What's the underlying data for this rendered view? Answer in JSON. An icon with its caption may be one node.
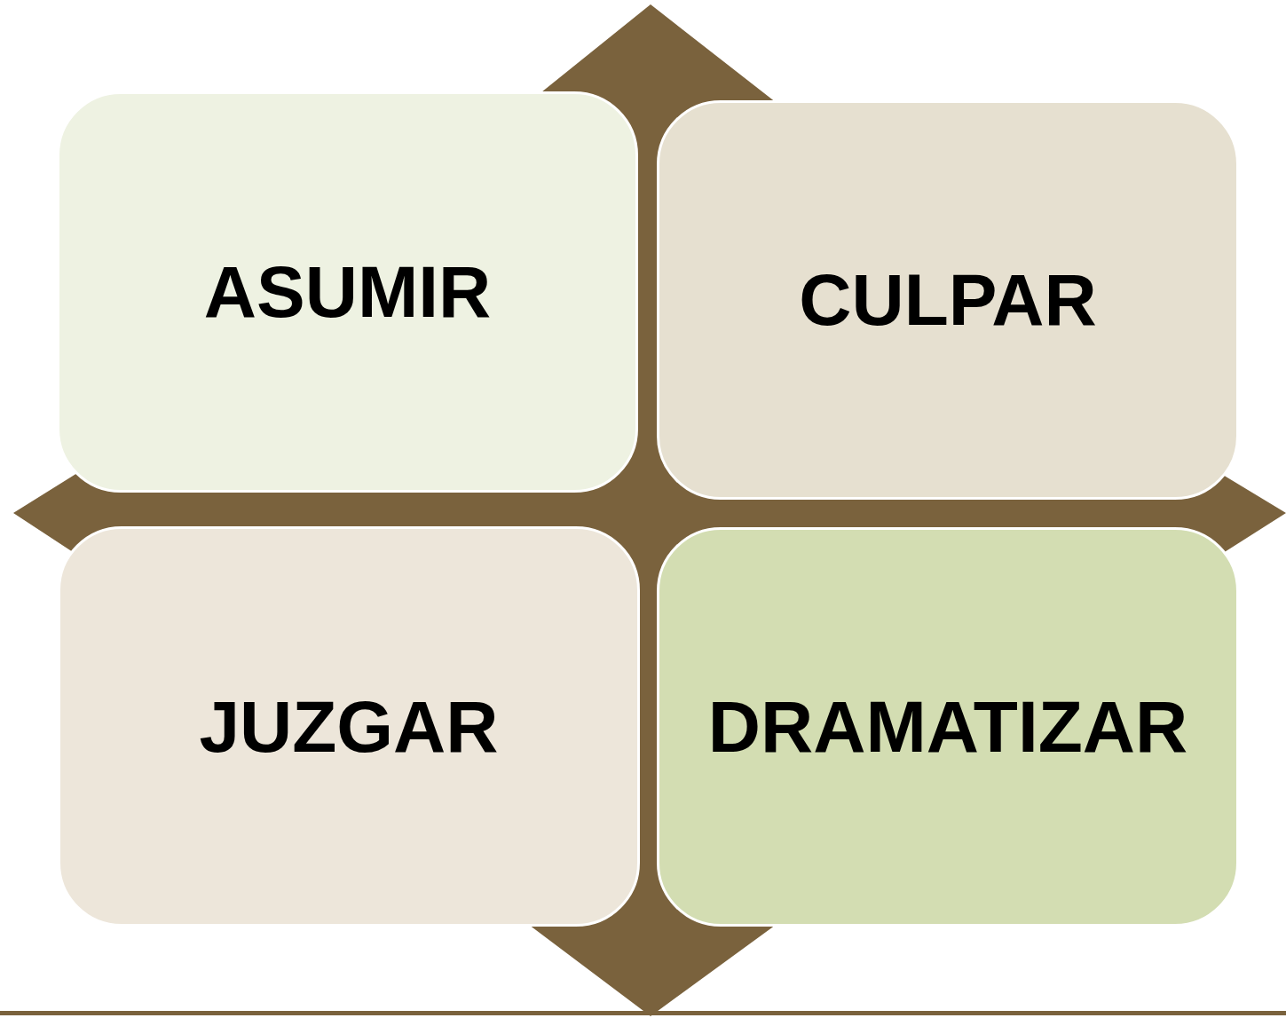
{
  "diagram": {
    "nodes": [
      {
        "text": [
          "ASUMIR"
        ]
      },
      {
        "text": [
          "CULPAR"
        ]
      },
      {
        "text": [
          "JUZGAR"
        ]
      },
      {
        "text": [
          "DRAMATIZAR"
        ]
      }
    ]
  }
}
